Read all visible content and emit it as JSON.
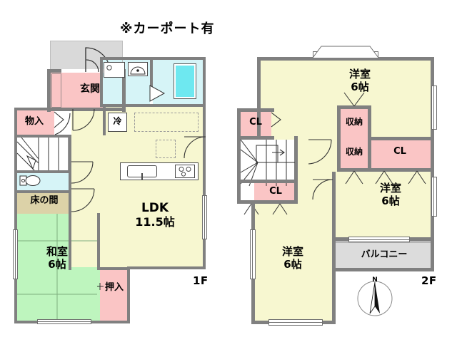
{
  "header": {
    "note": "※カーポート有"
  },
  "colors": {
    "wall": "#808080",
    "floor_ldk": "#F7F7D0",
    "floor_washitsu": "#BEF5BE",
    "floor_pink": "#FAC5C5",
    "floor_water": "#D6F4F7",
    "floor_tokonoma": "#DCD2A8",
    "floor_balcony": "#DCDCDC",
    "floor_porch": "#D9D9D9",
    "bathtub": "#6EE8F0",
    "background": "#FFFFFF"
  },
  "floor1": {
    "label": "1F",
    "rooms": [
      {
        "name": "genkan",
        "label": "玄関",
        "sub": ""
      },
      {
        "name": "monoire",
        "label": "物入",
        "sub": ""
      },
      {
        "name": "tokonoma",
        "label": "床の間",
        "sub": ""
      },
      {
        "name": "washitsu",
        "label": "和室",
        "sub": "6帖"
      },
      {
        "name": "oshiire",
        "label": "押入",
        "sub": ""
      },
      {
        "name": "ldk",
        "label": "LDK",
        "sub": "11.5帖"
      }
    ],
    "appliance_marks": [
      {
        "name": "refrigerator",
        "label": "冷"
      }
    ]
  },
  "floor2": {
    "label": "2F",
    "rooms": [
      {
        "name": "yoshitsu-north",
        "label": "洋室",
        "sub": "6帖"
      },
      {
        "name": "yoshitsu-east",
        "label": "洋室",
        "sub": "6帖"
      },
      {
        "name": "yoshitsu-south",
        "label": "洋室",
        "sub": "6帖"
      },
      {
        "name": "balcony",
        "label": "バルコニー",
        "sub": ""
      }
    ],
    "closets": [
      {
        "name": "cl-northwest",
        "label": "CL"
      },
      {
        "name": "cl-west",
        "label": "CL"
      },
      {
        "name": "cl-east",
        "label": "CL"
      },
      {
        "name": "shunou-upper",
        "label": "収納"
      },
      {
        "name": "shunou-lower",
        "label": "収納"
      }
    ]
  },
  "compass": {
    "name": "compass-rose",
    "north_label": "N"
  }
}
